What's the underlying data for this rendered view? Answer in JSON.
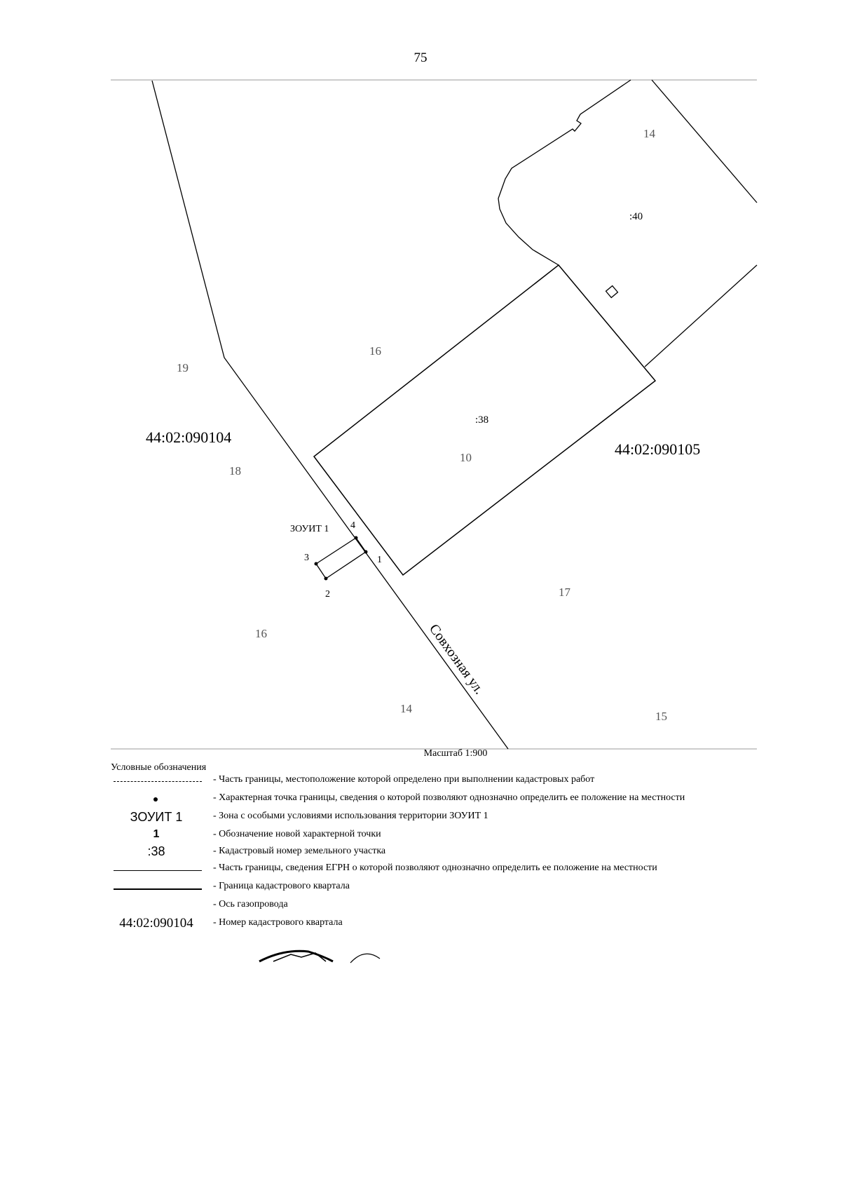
{
  "page": {
    "number": "75"
  },
  "map": {
    "quarters": [
      {
        "id": "q-left",
        "label": "44:02:090104"
      },
      {
        "id": "q-right",
        "label": "44:02:090105"
      }
    ],
    "zone_label": "ЗОУИТ 1",
    "points": [
      "1",
      "2",
      "3",
      "4"
    ],
    "street_label": "Совхозная ул.",
    "parcel_labels": [
      "14",
      ":40",
      "16",
      "19",
      ":38",
      "10",
      "18",
      "17",
      "16",
      "14",
      "15"
    ],
    "scale": "Масштаб 1:900"
  },
  "legend": {
    "title": "Условные обозначения",
    "items": [
      {
        "symbol": "dashed-line",
        "text": "- Часть границы, местоположение которой определено при выполнении кадастровых работ"
      },
      {
        "symbol": "point",
        "text": "- Характерная точка границы, сведения о которой позволяют однозначно определить ее положение на местности"
      },
      {
        "symbol": "text",
        "symbol_text": "ЗОУИТ 1",
        "text": "- Зона с особыми условиями использования территории ЗОУИТ 1"
      },
      {
        "symbol": "text",
        "symbol_text": "1",
        "text": "- Обозначение новой характерной точки"
      },
      {
        "symbol": "text",
        "symbol_text": ":38",
        "text": "- Кадастровый номер земельного участка"
      },
      {
        "symbol": "thin-line",
        "text": "- Часть границы, сведения ЕГРН о которой позволяют однозначно определить ее положение на местности"
      },
      {
        "symbol": "thick-line",
        "text": "- Граница кадастрового квартала"
      },
      {
        "symbol": "none",
        "text": "- Ось газопровода"
      },
      {
        "symbol": "text-serif",
        "symbol_text": "44:02:090104",
        "text": "- Номер кадастрового квартала"
      }
    ]
  }
}
